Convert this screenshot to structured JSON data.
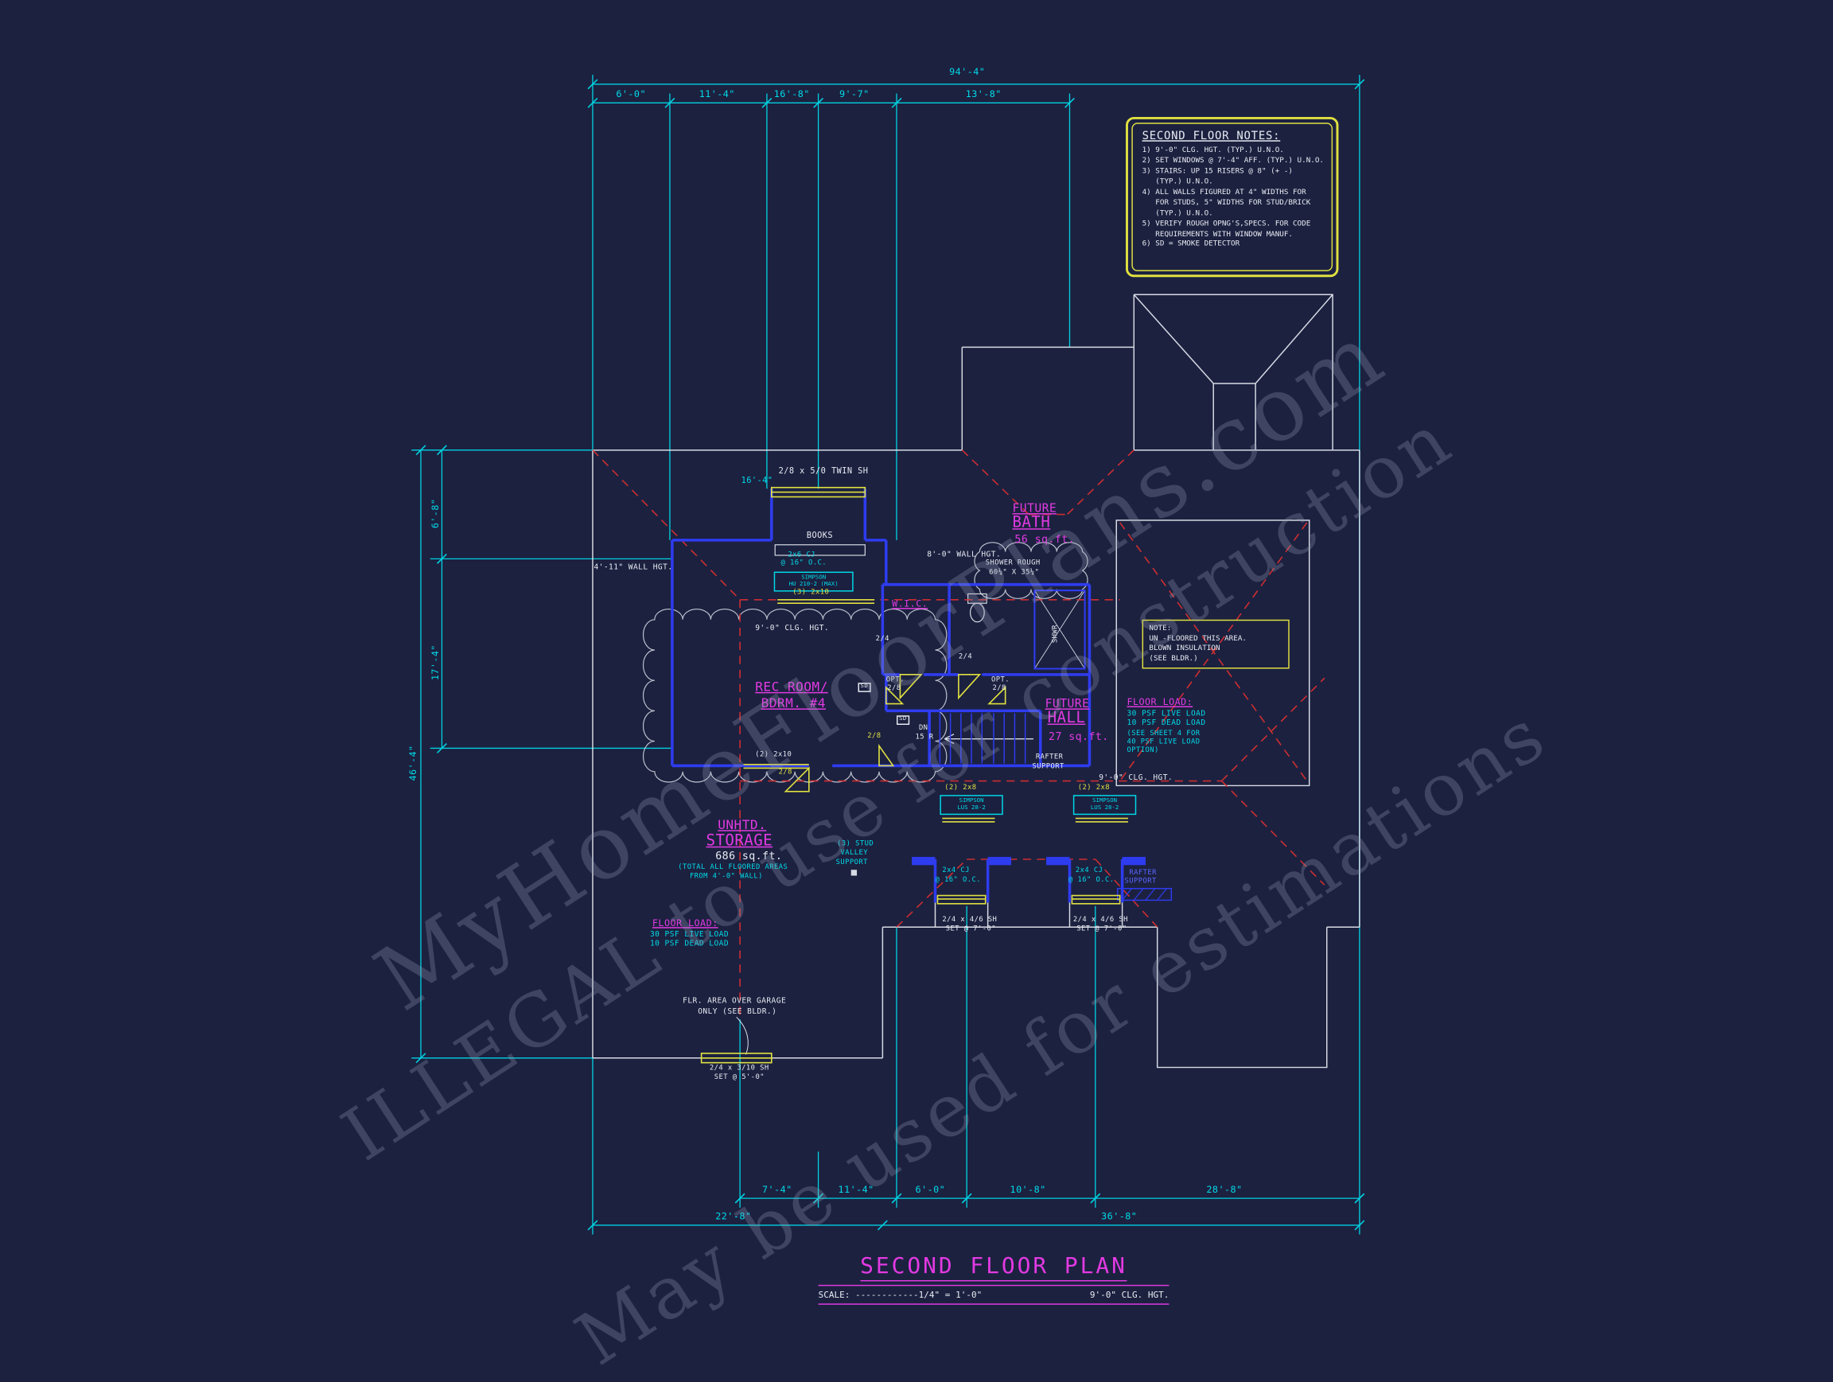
{
  "colors": {
    "background": "#1c2140",
    "dimension_cyan": "#00dbe8",
    "label_magenta": "#e23ae2",
    "symbol_yellow": "#e0e040",
    "outline_white": "#e8ecf2",
    "roof_red": "#d62f2f",
    "wall_blue": "#2e3cf0",
    "watermark_gray": "#9aa2bb"
  },
  "watermark": {
    "line1": "MyHomeFloorPlans.com",
    "line2": "ILLEGAL to use for construction",
    "line3": "May be used for estimations"
  },
  "notes_box": {
    "title": "SECOND FLOOR NOTES:",
    "lines": [
      "1) 9'-0\" CLG. HGT. (TYP.) U.N.O.",
      "2) SET WINDOWS @ 7'-4\" AFF. (TYP.) U.N.O.",
      "3) STAIRS: UP 15 RISERS @ 8\" (+ -)",
      "   (TYP.) U.N.O.",
      "4) ALL WALLS FIGURED AT 4\" WIDTHS FOR",
      "   FOR STUDS, 5\" WIDTHS FOR STUD/BRICK",
      "   (TYP.) U.N.O.",
      "5) VERIFY ROUGH OPNG'S,SPECS. FOR CODE",
      "   REQUIREMENTS WITH WINDOW MANUF.",
      "6) SD = SMOKE DETECTOR"
    ]
  },
  "dims": {
    "overall_top": "94'-4\"",
    "top": [
      "6'-0\"",
      "11'-4\"",
      "16'-8\"",
      "9'-7\"",
      "13'-8\""
    ],
    "left_overall": "46'-4\"",
    "left": [
      "6'-8\"",
      "17'-4\""
    ],
    "window_width": "16'-4\"",
    "bottom_row1": [
      "7'-4\"",
      "11'-4\"",
      "6'-0\"",
      "10'-8\"",
      "28'-8\""
    ],
    "bottom_row2": [
      "22'-8\"",
      "36'-8\""
    ]
  },
  "heights": {
    "wall_left": "4'-11\" WALL HGT.",
    "wall_mid": "8'-0\" WALL HGT.",
    "clg_rec": "9'-0\" CLG. HGT.",
    "clg_right": "9'-0\" CLG. HGT."
  },
  "rooms": {
    "rec": {
      "line1": "REC ROOM/",
      "line2": "BDRM. #4"
    },
    "wic": {
      "name": "W.I.C."
    },
    "bath": {
      "line1": "FUTURE",
      "line2": "BATH",
      "area": "56 sq.ft."
    },
    "hall": {
      "line1": "FUTURE",
      "line2": "HALL",
      "area": "27 sq.ft."
    },
    "storage": {
      "line1": "UNHTD.",
      "line2": "STORAGE",
      "area": "686 sq.ft.",
      "note1": "(TOTAL ALL FLOORED AREAS",
      "note2": "FROM 4'-0\" WALL)"
    }
  },
  "floor_load_right": {
    "title": "FLOOR LOAD:",
    "l1": "30 PSF LIVE LOAD",
    "l2": "10 PSF DEAD LOAD",
    "l3": "(SEE SHEET 4 FOR",
    "l4": "40 PSF LIVE LOAD",
    "l5": "OPTION)"
  },
  "floor_load_left": {
    "title": "FLOOR LOAD:",
    "l1": "30 PSF LIVE LOAD",
    "l2": "10 PSF DEAD LOAD"
  },
  "unfloored_note": {
    "l1": "NOTE:",
    "l2": "UN -FLOORED THIS AREA.",
    "l3": "BLOWN INSULATION",
    "l4": "(SEE BLDR.)"
  },
  "annotations": {
    "twin_window": "2/8 x 5/0 TWIN SH",
    "books": "BOOKS",
    "cj26_1": "2x6 CJ",
    "cj26_2": "@ 16\" O.C.",
    "simpson_hu_1": "SIMPSON",
    "simpson_hu_2": "HU 210-2 (MAX)",
    "hdr_3_2x10": "(3) 2x10",
    "shower_rough_1": "SHOWER ROUGH",
    "shower_rough_2": "60¼\" X 35¼\"",
    "shwr": "SHWR",
    "door_2_4": "2/4",
    "opt": "OPT.",
    "opt_size": "2/8",
    "sd": "SD",
    "dn_1": "DN",
    "dn_2": "15 R",
    "door_2_8": "2/8",
    "hdr_2_2x10": "(2) 2x10",
    "rafter_1": "RAFTER",
    "rafter_2": "SUPPORT",
    "hdr_2_2x8": "(2) 2x8",
    "lus_1": "SIMPSON",
    "lus_2": "LUS 28-2",
    "valley_1": "(3) STUD",
    "valley_2": "VALLEY",
    "valley_3": "SUPPORT",
    "cj24_1": "2x4 CJ",
    "cj24_2": "@ 16\" O.C.",
    "win_46_1": "2/4 x 4/6 SH",
    "win_46_2": "SET @ 7'-0\"",
    "garage_1": "FLR. AREA OVER GARAGE",
    "garage_2": "ONLY (SEE BLDR.)",
    "win_310_1": "2/4 x 3/10 SH",
    "win_310_2": "SET @ 5'-0\""
  },
  "title_block": {
    "title": "SECOND FLOOR PLAN",
    "scale": "SCALE: ------------1/4\" = 1'-0\"",
    "ceiling": "9'-0\" CLG. HGT."
  }
}
